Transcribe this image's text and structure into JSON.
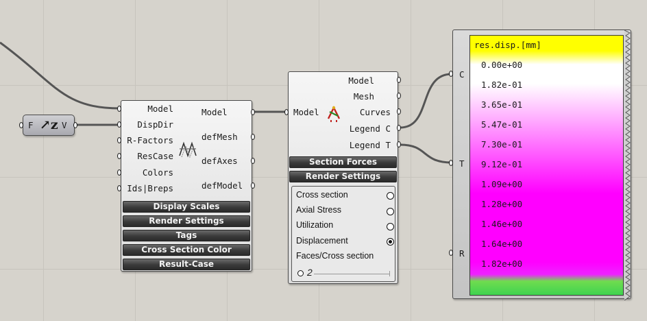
{
  "vector_param": {
    "input": "F",
    "output": "V"
  },
  "deform": {
    "inputs": [
      "Model",
      "DispDir",
      "R-Factors",
      "ResCase",
      "Colors",
      "Ids|Breps"
    ],
    "outputs": [
      "Model",
      "defMesh",
      "defAxes",
      "defModel"
    ],
    "buttons": [
      "Display Scales",
      "Render Settings",
      "Tags",
      "Cross Section Color",
      "Result-Case"
    ]
  },
  "beamview": {
    "input": "Model",
    "outputs": [
      "Model",
      "Mesh",
      "Curves",
      "Legend C",
      "Legend T"
    ],
    "buttons": [
      "Section Forces",
      "Render Settings"
    ],
    "options": [
      {
        "label": "Cross section",
        "selected": false
      },
      {
        "label": "Axial Stress",
        "selected": false
      },
      {
        "label": "Utilization",
        "selected": false
      },
      {
        "label": "Displacement",
        "selected": true
      }
    ],
    "faces_label": "Faces/Cross section",
    "slider_value": "2"
  },
  "legend": {
    "inputs": [
      "C",
      "T",
      "R"
    ],
    "title": "res.disp.[mm]",
    "values": [
      "0.00e+00",
      "1.82e-01",
      "3.65e-01",
      "5.47e-01",
      "7.30e-01",
      "9.12e-01",
      "1.09e+00",
      "1.28e+00",
      "1.46e+00",
      "1.64e+00",
      "1.82e+00"
    ]
  },
  "colors": {
    "canvas": "#d6d3cc",
    "wire": "#505050",
    "legend_top": "#ffff00",
    "legend_mid": "#ff00ff",
    "legend_bottom": "#3ad250"
  }
}
